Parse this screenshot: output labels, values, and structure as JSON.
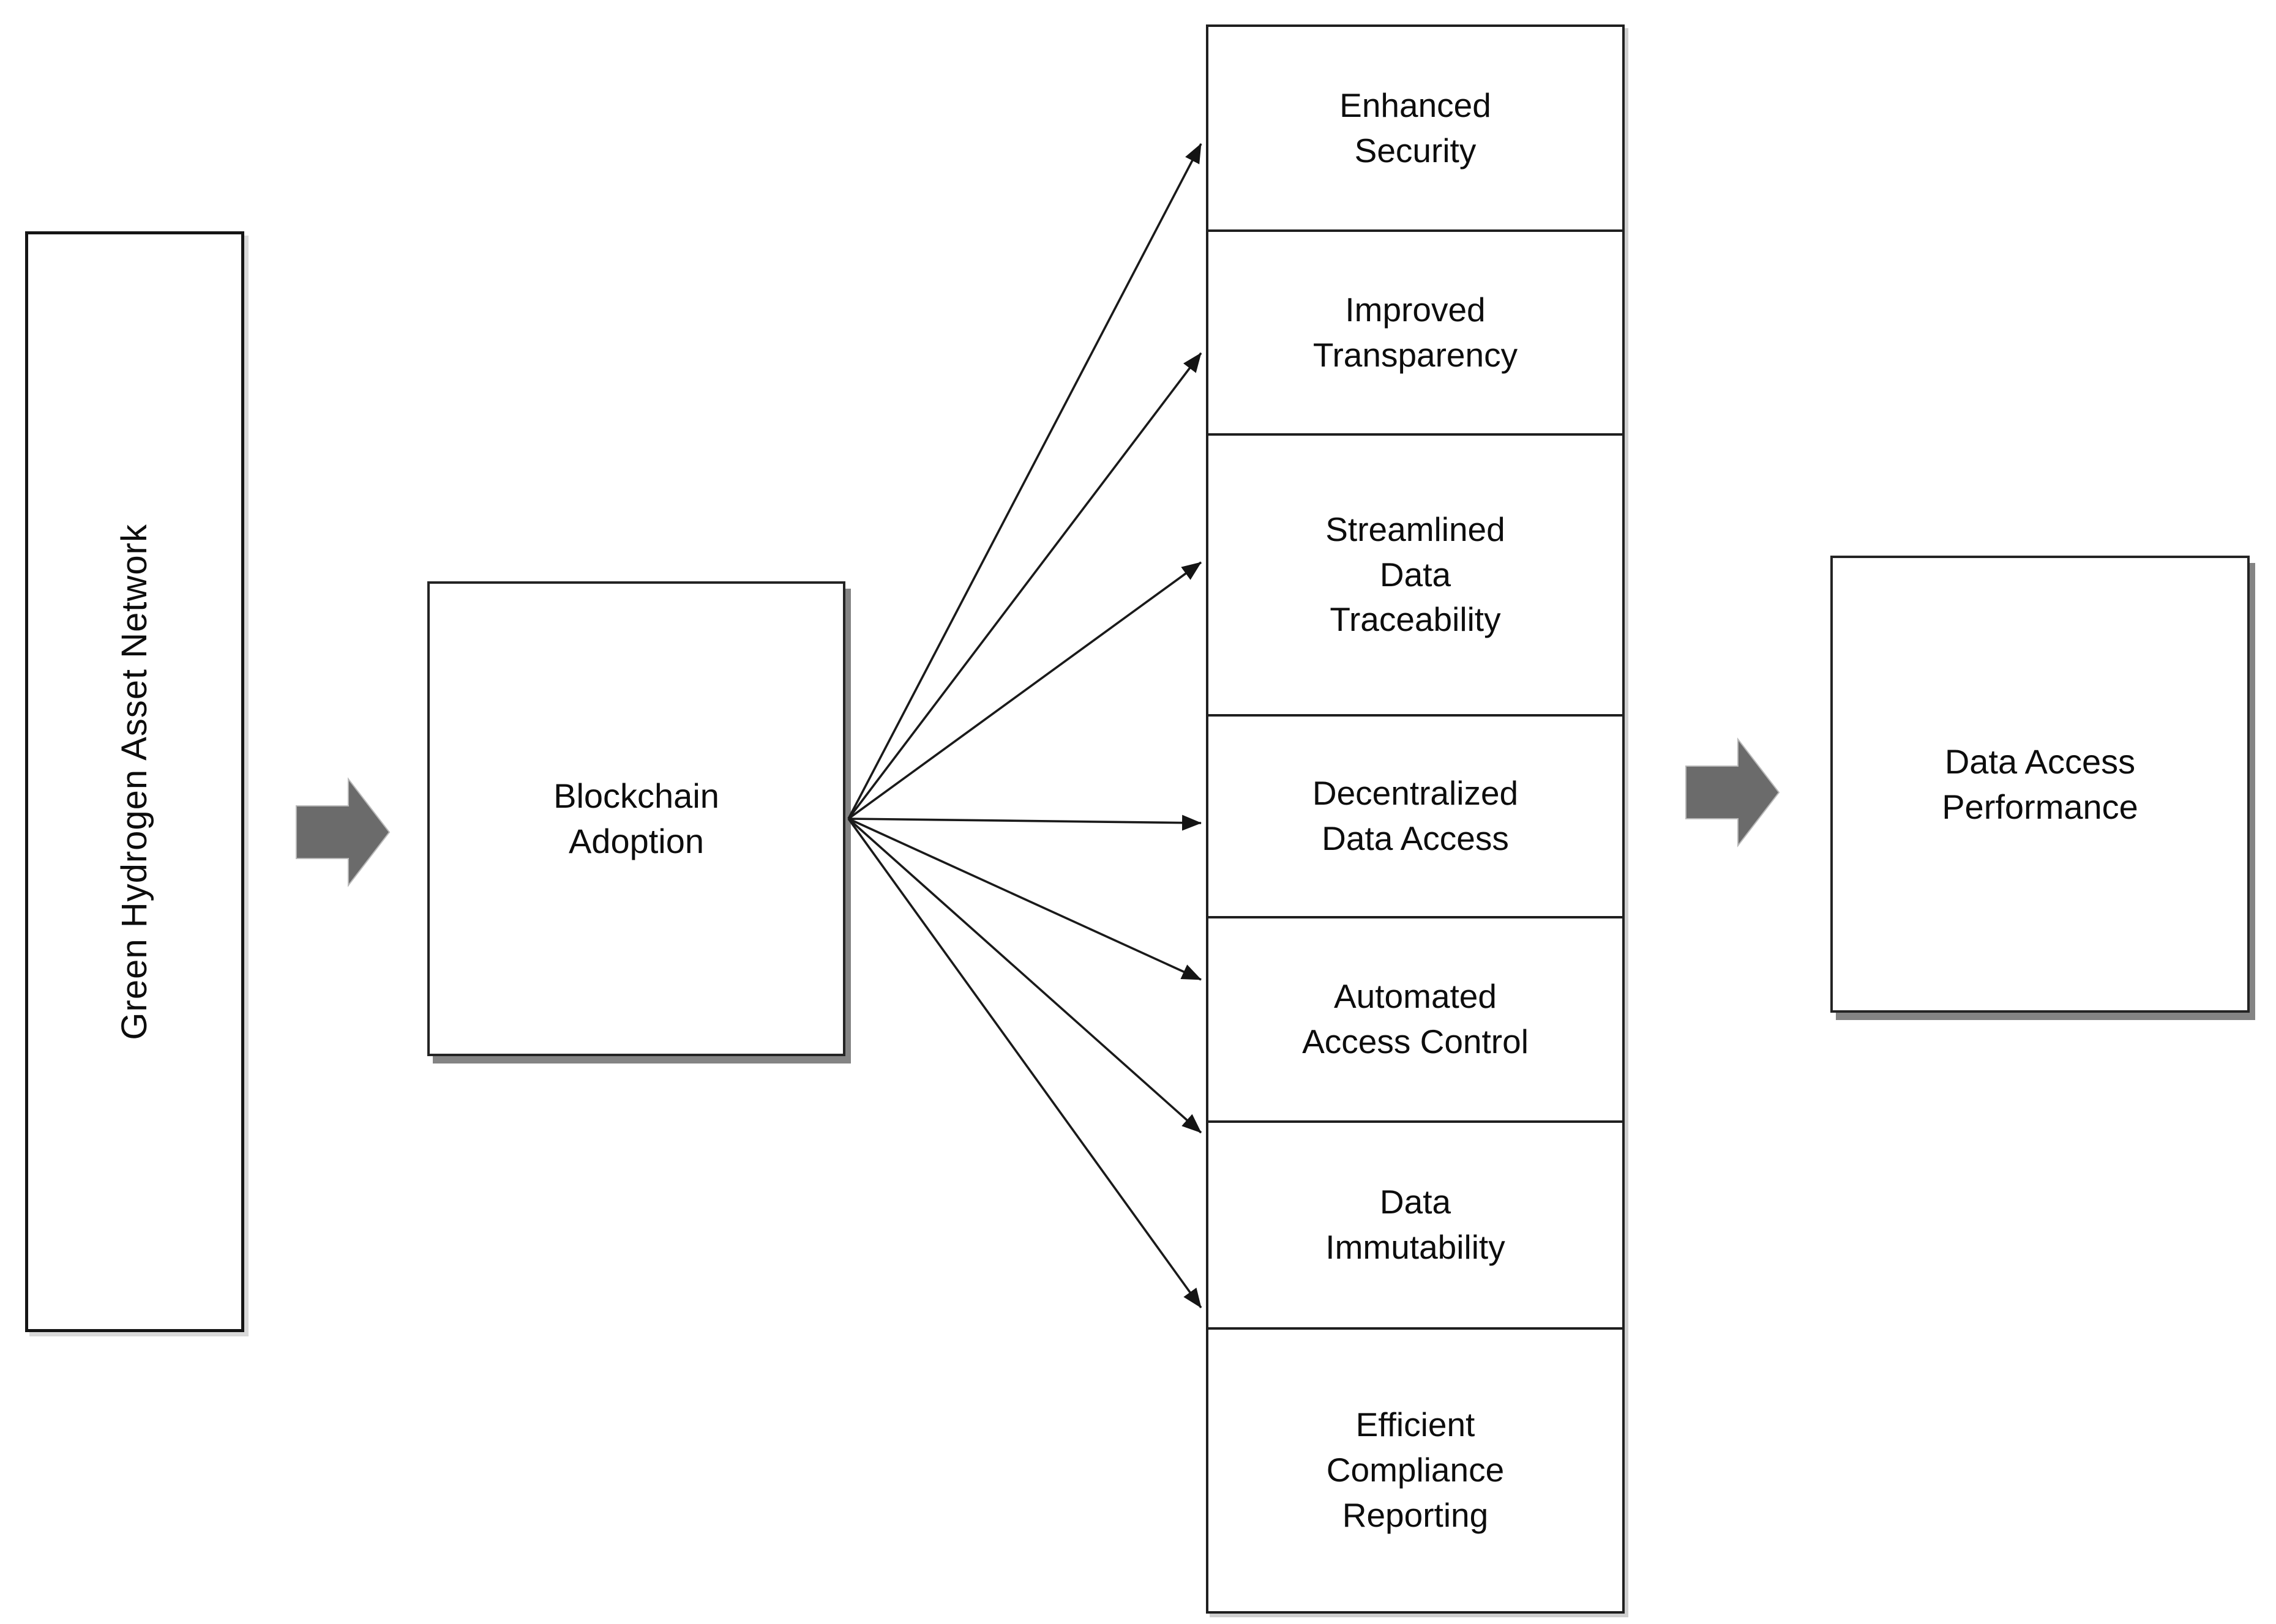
{
  "diagram": {
    "source": {
      "label": "Green Hydrogen Asset Network"
    },
    "mediator": {
      "label": "Blockchain Adoption"
    },
    "benefits": [
      "Enhanced Security",
      "Improved Transparency",
      "Streamlined Data Traceability",
      "Decentralized Data Access",
      "Automated Access Control",
      "Data Immutability",
      "Efficient Compliance Reporting"
    ],
    "outcome": {
      "label": "Data Access Performance"
    },
    "icons": {
      "flow_arrow": "right-block-arrow",
      "connector_head": "arrowhead-right"
    },
    "colors": {
      "background": "#ffffff",
      "box_fill": "#ffffff",
      "box_border": "#1f1f1f",
      "text": "#0d0d0d",
      "block_arrow_fill": "#6b6b6b",
      "connector_line": "#1a1a1a",
      "shadow_dark": "#848484",
      "shadow_light": "#d9d9d9"
    }
  }
}
